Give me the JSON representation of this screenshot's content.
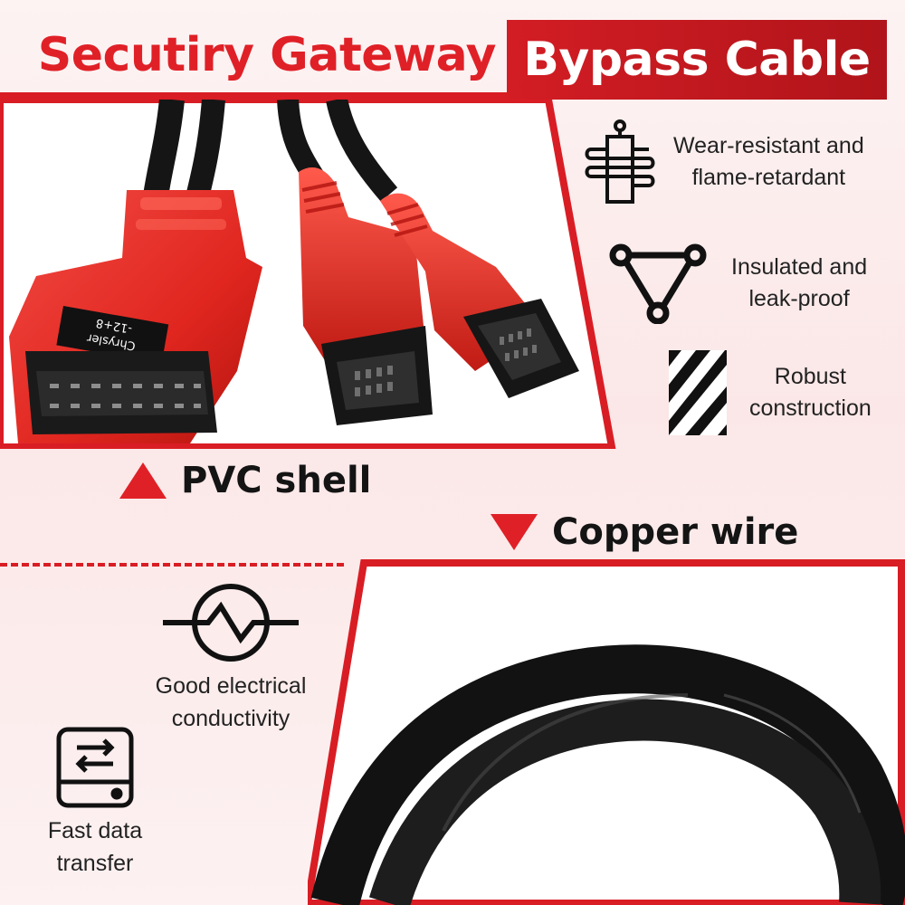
{
  "header": {
    "title_left": "Secutiry Gateway",
    "title_right": "Bypass Cable"
  },
  "product_photo": {
    "connector_label_line1": "Chrysler",
    "connector_label_line2": "-12+8"
  },
  "features_top": [
    {
      "icon": "coil-resistance-icon",
      "line1": "Wear-resistant and",
      "line2": "flame-retardant"
    },
    {
      "icon": "triangle-nodes-icon",
      "line1": "Insulated and",
      "line2": "leak-proof"
    },
    {
      "icon": "striped-block-icon",
      "line1": "Robust",
      "line2": "construction"
    }
  ],
  "materials": {
    "shell_label": "PVC shell",
    "wire_label": "Copper wire"
  },
  "features_bottom": [
    {
      "icon": "ac-signal-icon",
      "line1": "Good electrical",
      "line2": "conductivity"
    },
    {
      "icon": "data-transfer-drive-icon",
      "line1": "Fast data",
      "line2": "transfer"
    }
  ],
  "colors": {
    "brand_red": "#e02027",
    "dark_red": "#b0141a",
    "text_dark": "#1c1c1c"
  }
}
